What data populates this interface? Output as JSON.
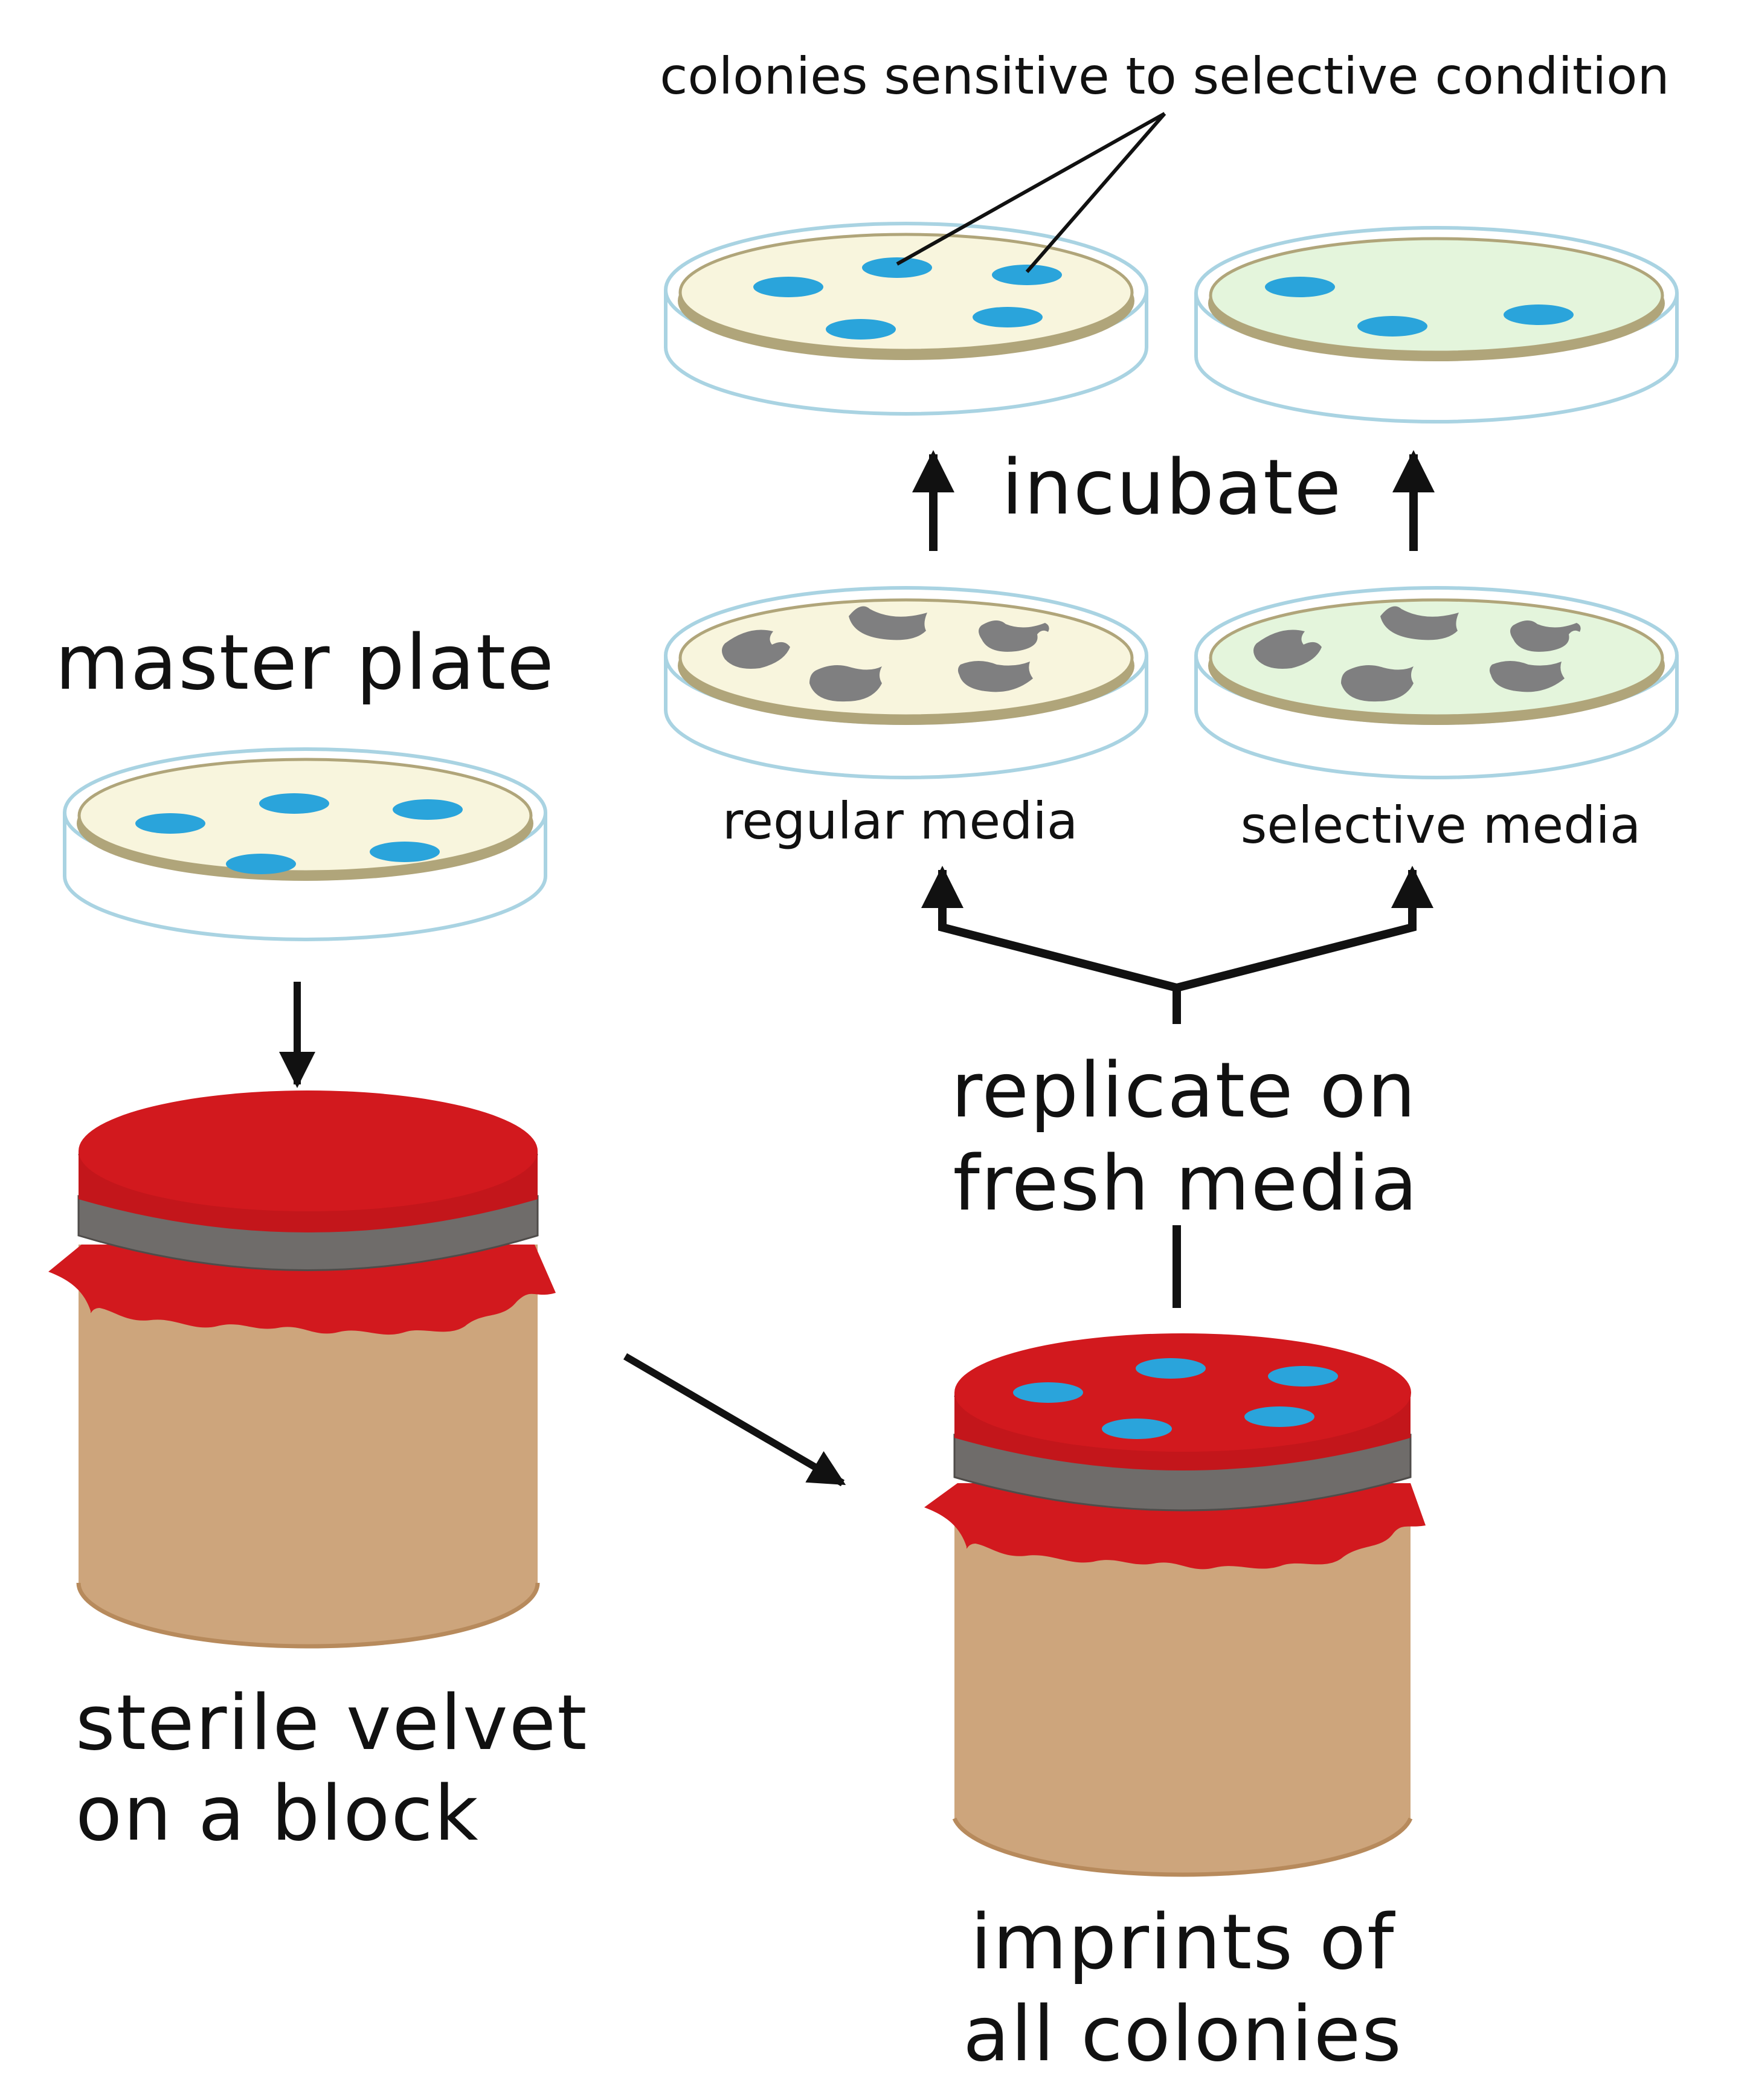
{
  "labels": {
    "colonies_sensitive": "colonies sensitive to selective condition",
    "incubate": "incubate",
    "master_plate": "master plate",
    "regular_media": "regular media",
    "selective_media": "selective media",
    "replicate_line1": "replicate on",
    "replicate_line2": "fresh media",
    "sterile_line1": "sterile velvet",
    "sterile_line2": "on a block",
    "imprints_line1": "imprints of",
    "imprints_line2": "all colonies"
  },
  "colors": {
    "regular_media": "#f8f5dd",
    "selective_media": "#e4f5dc",
    "media_rim": "#b0a57a",
    "dish_glass": "#a9d3e2",
    "colony": "#2aa4db",
    "imprint_smear": "#7f7f80",
    "velvet": "#d2191e",
    "band": "#6f6c6a",
    "block": "#cda57c",
    "block_rim": "#b78a5c",
    "arrow": "#111111"
  }
}
